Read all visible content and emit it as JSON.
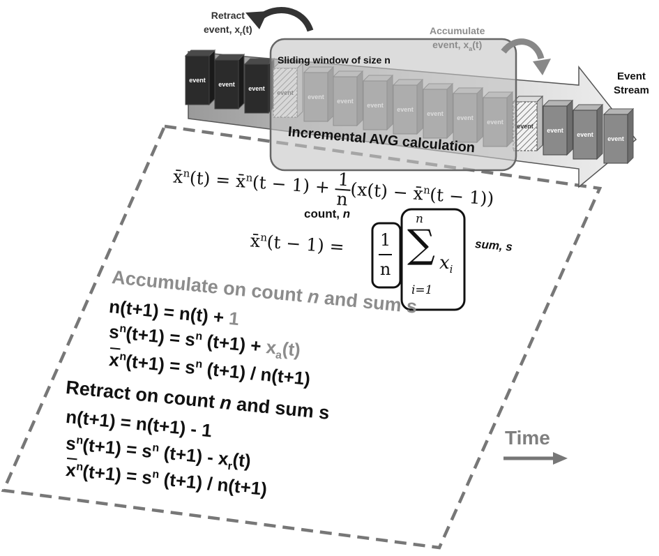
{
  "stream": {
    "event_label": "event",
    "stream_title_line1": "Event",
    "stream_title_line2": "Stream",
    "retract_line1": "Retract",
    "retract_line2_prefix": "event, x",
    "retract_sub": "r",
    "retract_suffix": "(t)",
    "accumulate_line1": "Accumulate",
    "accumulate_line2_prefix": "event, x",
    "accumulate_sub": "a",
    "accumulate_suffix": "(t)",
    "window_title": "Sliding window of size n",
    "window_caption": "Incremental AVG calculation"
  },
  "math": {
    "xbar": "x̄",
    "sup_n": "n",
    "eq1_lhs_args": "(t) = ",
    "eq1_mid_args": "(t − 1) + ",
    "one": "1",
    "den_n": "n",
    "eq1_tail_a": "(x(t) − ",
    "eq1_tail_b": "(t − 1))",
    "eq2_lhs_args": "(t − 1) = ",
    "sigma": "∑",
    "sum_top": "n",
    "sum_bottom": "i=1",
    "x_i": "x",
    "sub_i": "i",
    "count_label": "count, ",
    "count_var": "n",
    "sum_label": "sum, s"
  },
  "accumulate": {
    "heading_prefix": "Accumulate on count ",
    "heading_var": "n",
    "heading_suffix": " and sum s",
    "line1_a": "n(t+1) = n(t) + ",
    "line1_b": "1",
    "line2_a": "s",
    "line2_sup": "n",
    "line2_b": "(t+1) = s",
    "line2_sup2": "n",
    "line2_c": " (t+1) + ",
    "line2_gray": "x",
    "line2_gray_sub": "a",
    "line2_gray_tail": "(t)",
    "line3_a": "x",
    "line3_sup": "n",
    "line3_b": "(t+1) = s",
    "line3_sup2": "n",
    "line3_c": " (t+1) / n(t+1)"
  },
  "retract": {
    "heading_prefix": "Retract on count ",
    "heading_var": "n",
    "heading_suffix": " and sum s",
    "line1": "n(t+1) = n(t+1) - 1",
    "line2_a": "s",
    "line2_sup": "n",
    "line2_b": "(t+1) = s",
    "line2_sup2": "n",
    "line2_c": " (t+1) - x",
    "line2_sub": "r",
    "line2_d": "(t)",
    "line3_a": "x",
    "line3_sup": "n",
    "line3_b": "(t+1) = s",
    "line3_sup2": "n",
    "line3_c": " (t+1) / n(t+1)"
  },
  "time_label": "Time",
  "colors": {
    "dark_box": "#2b2b2b",
    "mid_box": "#8a8a8a",
    "light_gray_text": "#8c8c8c",
    "window_fill": "#c9c9c9",
    "arrow_gray": "#7f7f7f",
    "dashed_border": "#777777"
  }
}
